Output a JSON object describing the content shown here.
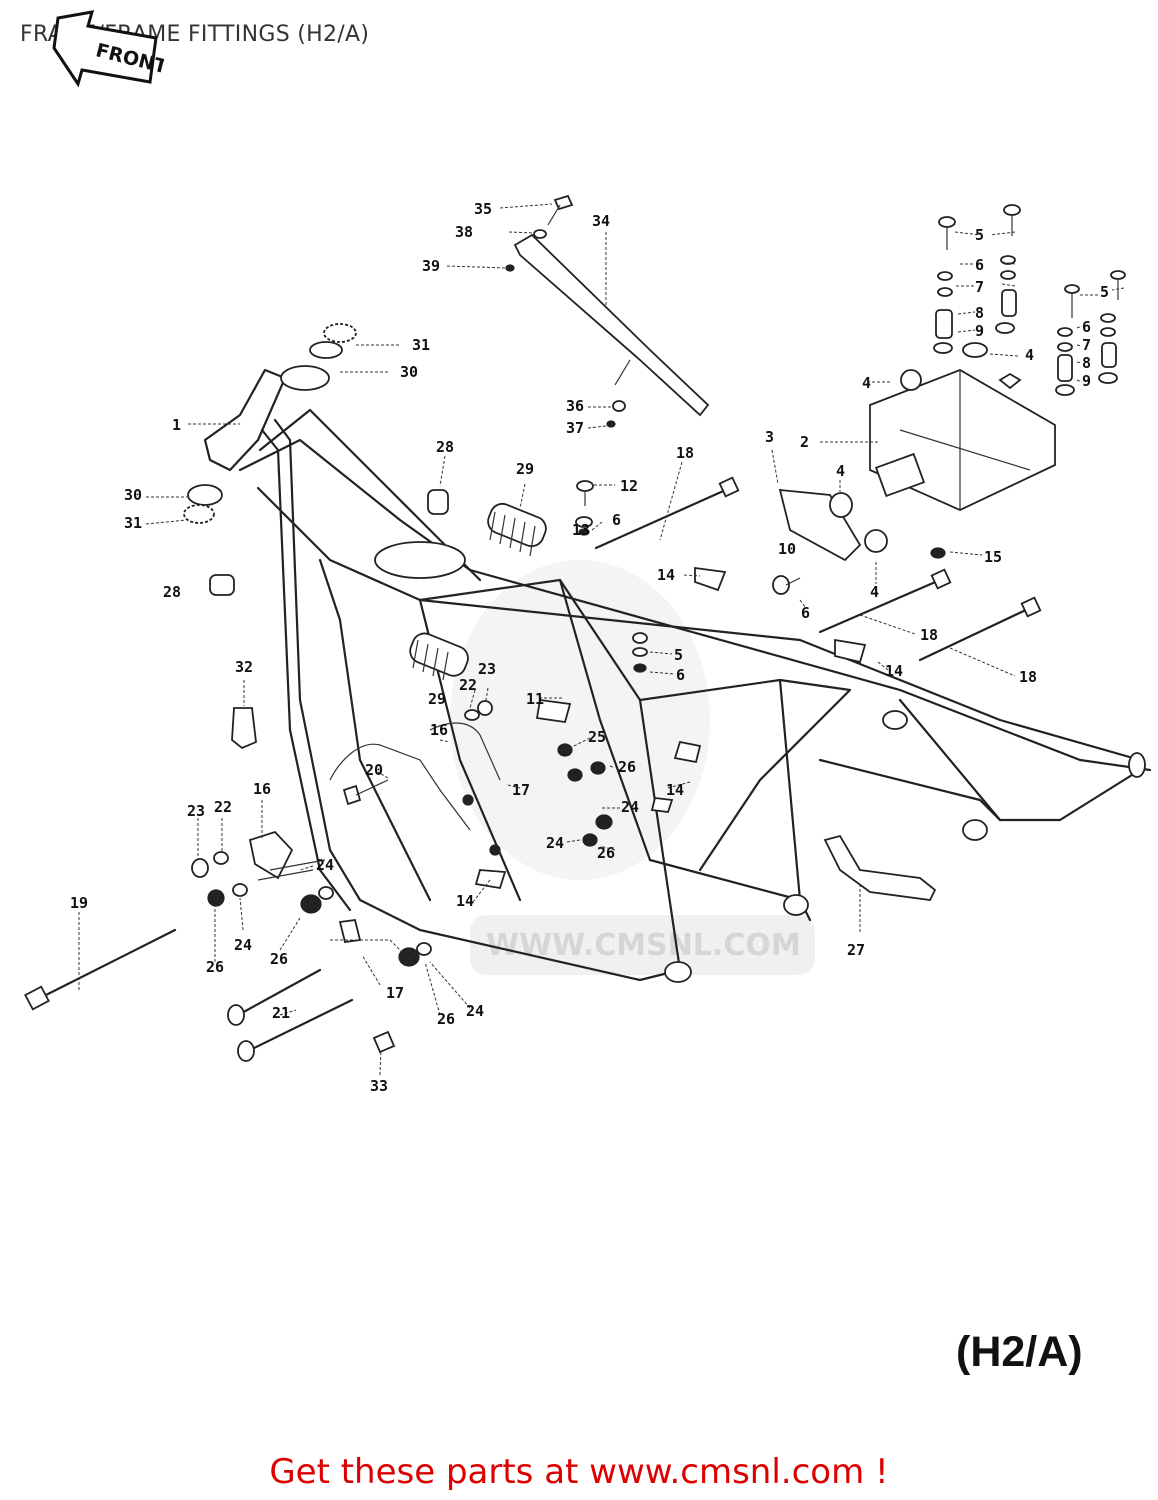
{
  "header": {
    "title": "FRAME/FRAME FITTINGS (H2/A)"
  },
  "front_badge": {
    "label": "FRONT"
  },
  "model_tag": "(H2/A)",
  "watermark": "WWW.CMSNL.COM",
  "cta": {
    "text": "Get these parts at www.cmsnl.com !",
    "color": "#dd0000"
  },
  "callouts": {
    "c1": "1",
    "c2": "2",
    "c3": "3",
    "c4a": "4",
    "c4b": "4",
    "c4c": "4",
    "c4d": "4",
    "c5a": "5",
    "c5b": "5",
    "c5c": "5",
    "c6a": "6",
    "c6b": "6",
    "c6c": "6",
    "c6d": "6",
    "c6e": "6",
    "c7a": "7",
    "c7b": "7",
    "c8a": "8",
    "c8b": "8",
    "c9a": "9",
    "c9b": "9",
    "c10": "10",
    "c11": "11",
    "c12": "12",
    "c13": "13",
    "c14a": "14",
    "c14b": "14",
    "c14c": "14",
    "c14d": "14",
    "c15": "15",
    "c16a": "16",
    "c16b": "16",
    "c17a": "17",
    "c17b": "17",
    "c18a": "18",
    "c18b": "18",
    "c18c": "18",
    "c19": "19",
    "c20": "20",
    "c21": "21",
    "c22a": "22",
    "c22b": "22",
    "c23a": "23",
    "c23b": "23",
    "c24a": "24",
    "c24b": "24",
    "c24c": "24",
    "c24d": "24",
    "c24e": "24",
    "c25": "25",
    "c26a": "26",
    "c26b": "26",
    "c26c": "26",
    "c26d": "26",
    "c26e": "26",
    "c27": "27",
    "c28a": "28",
    "c28b": "28",
    "c29a": "29",
    "c29b": "29",
    "c30a": "30",
    "c30b": "30",
    "c31a": "31",
    "c31b": "31",
    "c32": "32",
    "c33": "33",
    "c34": "34",
    "c35": "35",
    "c36": "36",
    "c37": "37",
    "c38": "38",
    "c39": "39"
  }
}
